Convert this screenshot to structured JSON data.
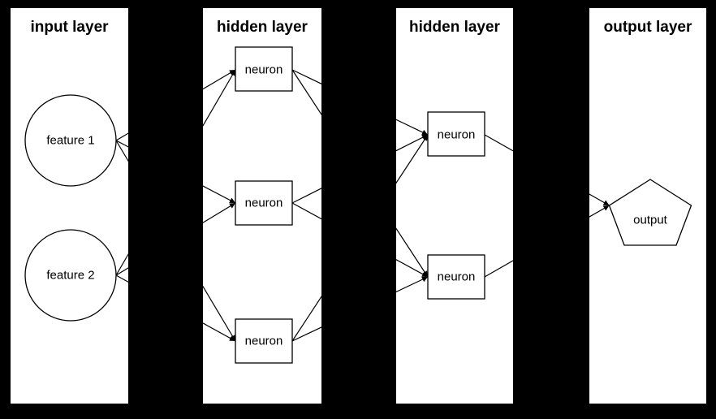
{
  "colors": {
    "background": "#000000",
    "panel": "#ffffff",
    "stroke": "#000000",
    "text": "#000000"
  },
  "layers": [
    {
      "title": "input layer",
      "nodes": [
        {
          "id": "feature-1",
          "label": "feature 1",
          "shape": "circle"
        },
        {
          "id": "feature-2",
          "label": "feature 2",
          "shape": "circle"
        }
      ]
    },
    {
      "title": "hidden layer",
      "nodes": [
        {
          "id": "hidden1-neuron1",
          "label": "neuron",
          "shape": "rectangle"
        },
        {
          "id": "hidden1-neuron2",
          "label": "neuron",
          "shape": "rectangle"
        },
        {
          "id": "hidden1-neuron3",
          "label": "neuron",
          "shape": "rectangle"
        }
      ]
    },
    {
      "title": "hidden layer",
      "nodes": [
        {
          "id": "hidden2-neuron1",
          "label": "neuron",
          "shape": "rectangle"
        },
        {
          "id": "hidden2-neuron2",
          "label": "neuron",
          "shape": "rectangle"
        }
      ]
    },
    {
      "title": "output layer",
      "nodes": [
        {
          "id": "output",
          "label": "output",
          "shape": "pentagon"
        }
      ]
    }
  ],
  "connections": [
    {
      "from": "feature-1",
      "to": "hidden1-neuron1"
    },
    {
      "from": "feature-1",
      "to": "hidden1-neuron2"
    },
    {
      "from": "feature-1",
      "to": "hidden1-neuron3"
    },
    {
      "from": "feature-2",
      "to": "hidden1-neuron1"
    },
    {
      "from": "feature-2",
      "to": "hidden1-neuron2"
    },
    {
      "from": "feature-2",
      "to": "hidden1-neuron3"
    },
    {
      "from": "hidden1-neuron1",
      "to": "hidden2-neuron1"
    },
    {
      "from": "hidden1-neuron1",
      "to": "hidden2-neuron2"
    },
    {
      "from": "hidden1-neuron2",
      "to": "hidden2-neuron1"
    },
    {
      "from": "hidden1-neuron2",
      "to": "hidden2-neuron2"
    },
    {
      "from": "hidden1-neuron3",
      "to": "hidden2-neuron1"
    },
    {
      "from": "hidden1-neuron3",
      "to": "hidden2-neuron2"
    },
    {
      "from": "hidden2-neuron1",
      "to": "output"
    },
    {
      "from": "hidden2-neuron2",
      "to": "output"
    }
  ]
}
